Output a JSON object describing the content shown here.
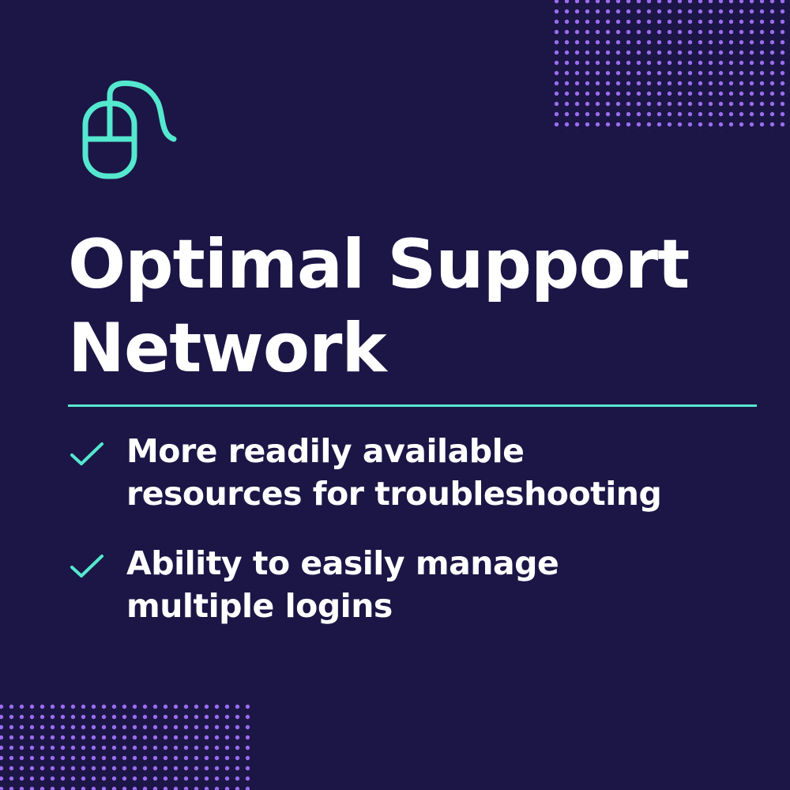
{
  "icon": "computer-mouse-icon",
  "title": {
    "line1": "Optimal Support",
    "line2": "Network"
  },
  "benefits": [
    {
      "icon": "checkmark-icon",
      "line1": "More readily available",
      "line2": "resources for troubleshooting"
    },
    {
      "icon": "checkmark-icon",
      "line1": "Ability to easily manage",
      "line2": "multiple logins"
    }
  ],
  "colors": {
    "background": "#1c1646",
    "accent": "#54e8cf",
    "dots": "#9b6cf0",
    "text": "#ffffff"
  }
}
